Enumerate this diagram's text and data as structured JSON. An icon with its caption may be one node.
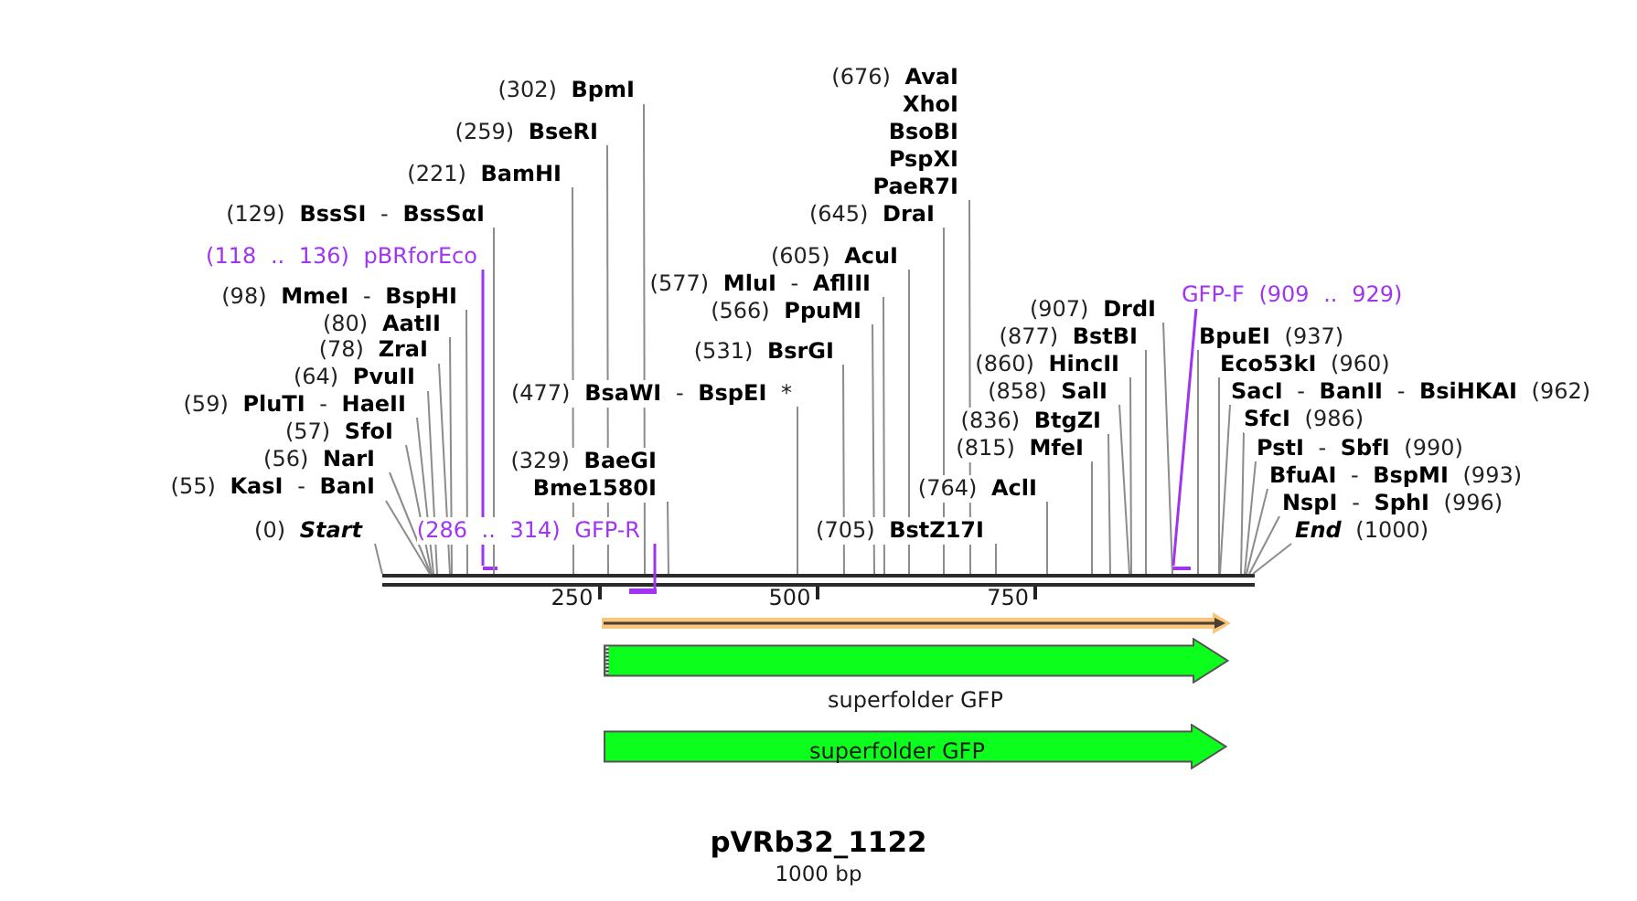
{
  "diagram": {
    "title": "pVRb32_1122",
    "caption": "1000 bp",
    "nodes": [
      {
        "text": [
          "(302) **BpmI**"
        ]
      },
      {
        "text": [
          "(259) **BseRI**"
        ]
      },
      {
        "text": [
          "(221) **BamHI**"
        ]
      },
      {
        "text": [
          "(129) **BssSI** - **BssSαI**"
        ]
      },
      {
        "text": [
          "(118 .. 136) pBRforEco"
        ]
      },
      {
        "text": [
          "(98) **MmeI** - **BspHI**"
        ]
      },
      {
        "text": [
          "(80) **AatII**"
        ]
      },
      {
        "text": [
          "(78) **ZraI**"
        ]
      },
      {
        "text": [
          "(64) **PvuII**"
        ]
      },
      {
        "text": [
          "(59) **PluTI** - **HaeII**"
        ]
      },
      {
        "text": [
          "(57) **SfoI**"
        ]
      },
      {
        "text": [
          "(56) **NarI**"
        ]
      },
      {
        "text": [
          "(55) **KasI** - **BanI**"
        ]
      },
      {
        "text": [
          "(0) *Start*"
        ]
      },
      {
        "text": [
          "(477) **BsaWI** - **BspEI** *"
        ]
      },
      {
        "text": [
          "(329) **BaeGI**",
          "Bme1580I"
        ]
      },
      {
        "text": [
          "(286 .. 314) GFP-R"
        ]
      },
      {
        "text": [
          "(577) **MluI** - **AflIII**"
        ]
      },
      {
        "text": [
          "(566) **PpuMI**"
        ]
      },
      {
        "text": [
          "(531) **BsrGI**"
        ]
      },
      {
        "text": [
          "(605) **AcuI**"
        ]
      },
      {
        "text": [
          "(645) **DraI**"
        ]
      },
      {
        "text": [
          "(676) **AvaI**",
          "XhoI",
          "BsoBI",
          "PspXI",
          "PaeR7I"
        ]
      },
      {
        "text": [
          "(705) **BstZ17I**"
        ]
      },
      {
        "text": [
          "(764) **AclI**"
        ]
      },
      {
        "text": [
          "(815) **MfeI**"
        ]
      },
      {
        "text": [
          "(836) **BtgZI**"
        ]
      },
      {
        "text": [
          "(858) **SalI**"
        ]
      },
      {
        "text": [
          "(860) **HincII**"
        ]
      },
      {
        "text": [
          "(877) **BstBI**"
        ]
      },
      {
        "text": [
          "(907) **DrdI**"
        ]
      },
      {
        "text": [
          "GFP-F (909 .. 929)"
        ]
      },
      {
        "text": [
          "**BpuEI** (937)"
        ]
      },
      {
        "text": [
          "**Eco53kI** (960)"
        ]
      },
      {
        "text": [
          "**SacI** - **BanII** - **BsiHKAI** (962)"
        ]
      },
      {
        "text": [
          "**SfcI** (986)"
        ]
      },
      {
        "text": [
          "**PstI** - **SbfI** (990)"
        ]
      },
      {
        "text": [
          "**BfuAI** - **BspMI** (993)"
        ]
      },
      {
        "text": [
          "**NspI** - **SphI** (996)"
        ]
      },
      {
        "text": [
          "*End* (1000)"
        ]
      },
      {
        "text": [],
        "shape": "bar"
      },
      {
        "text": [],
        "shape": "bar"
      },
      {
        "text": [],
        "shape": "bar"
      },
      {
        "text": [],
        "shape": "bar"
      },
      {
        "text": [],
        "shape": "arrow"
      },
      {
        "text": [
          "superfolder GFP"
        ]
      },
      {
        "text": [
          "superfolder GFP"
        ]
      }
    ],
    "edges": [
      {
        "from": 0,
        "to": 40,
        "arrow": "none"
      },
      {
        "from": 1,
        "to": 40,
        "arrow": "none"
      },
      {
        "from": 2,
        "to": 40,
        "arrow": "none"
      },
      {
        "from": 3,
        "to": 40,
        "arrow": "none"
      },
      {
        "from": 4,
        "to": 41,
        "arrow": "none",
        "color": "#a034f0"
      },
      {
        "from": 5,
        "to": 40,
        "arrow": "none"
      },
      {
        "from": 6,
        "to": 40,
        "arrow": "none"
      },
      {
        "from": 7,
        "to": 40,
        "arrow": "none"
      },
      {
        "from": 8,
        "to": 40,
        "arrow": "none"
      },
      {
        "from": 9,
        "to": 40,
        "arrow": "none"
      },
      {
        "from": 10,
        "to": 40,
        "arrow": "none"
      },
      {
        "from": 11,
        "to": 40,
        "arrow": "none"
      },
      {
        "from": 12,
        "to": 40,
        "arrow": "none"
      },
      {
        "from": 13,
        "to": 40,
        "arrow": "none"
      },
      {
        "from": 14,
        "to": 40,
        "arrow": "none"
      },
      {
        "from": 15,
        "to": 40,
        "arrow": "none"
      },
      {
        "from": 16,
        "to": 42,
        "arrow": "none",
        "color": "#a034f0"
      },
      {
        "from": 17,
        "to": 40,
        "arrow": "none"
      },
      {
        "from": 18,
        "to": 40,
        "arrow": "none"
      },
      {
        "from": 19,
        "to": 40,
        "arrow": "none"
      },
      {
        "from": 20,
        "to": 40,
        "arrow": "none"
      },
      {
        "from": 21,
        "to": 40,
        "arrow": "none"
      },
      {
        "from": 22,
        "to": 40,
        "arrow": "none"
      },
      {
        "from": 23,
        "to": 40,
        "arrow": "none"
      },
      {
        "from": 24,
        "to": 40,
        "arrow": "none"
      },
      {
        "from": 25,
        "to": 40,
        "arrow": "none"
      },
      {
        "from": 26,
        "to": 40,
        "arrow": "none"
      },
      {
        "from": 27,
        "to": 40,
        "arrow": "none"
      },
      {
        "from": 28,
        "to": 40,
        "arrow": "none"
      },
      {
        "from": 29,
        "to": 40,
        "arrow": "none"
      },
      {
        "from": 30,
        "to": 40,
        "arrow": "none"
      },
      {
        "from": 31,
        "to": 43,
        "arrow": "none",
        "color": "#a034f0"
      },
      {
        "from": 32,
        "to": 40,
        "arrow": "none"
      },
      {
        "from": 33,
        "to": 40,
        "arrow": "none"
      },
      {
        "from": 34,
        "to": 40,
        "arrow": "none"
      },
      {
        "from": 35,
        "to": 40,
        "arrow": "none"
      },
      {
        "from": 36,
        "to": 40,
        "arrow": "none"
      },
      {
        "from": 37,
        "to": 40,
        "arrow": "none"
      },
      {
        "from": 38,
        "to": 40,
        "arrow": "none"
      },
      {
        "from": 39,
        "to": 40,
        "arrow": "none"
      }
    ],
    "labels": [
      "250",
      "500",
      "750"
    ]
  }
}
